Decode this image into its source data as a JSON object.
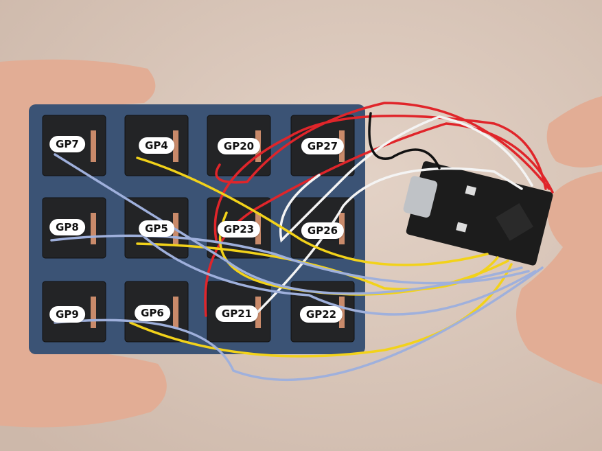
{
  "pin_labels": {
    "row1": [
      "GP7",
      "GP4",
      "GP20",
      "GP27"
    ],
    "row2": [
      "GP8",
      "GP5",
      "GP23",
      "GP26"
    ],
    "row3": [
      "GP9",
      "GP6",
      "GP21",
      "GP22"
    ]
  },
  "colors": {
    "plate": "#3b5375",
    "wire_blue": "#9fb0dc",
    "wire_yellow": "#f2d21a",
    "wire_red": "#e0252a",
    "wire_white": "#f4f4f4",
    "skin": "#e6b49c"
  }
}
